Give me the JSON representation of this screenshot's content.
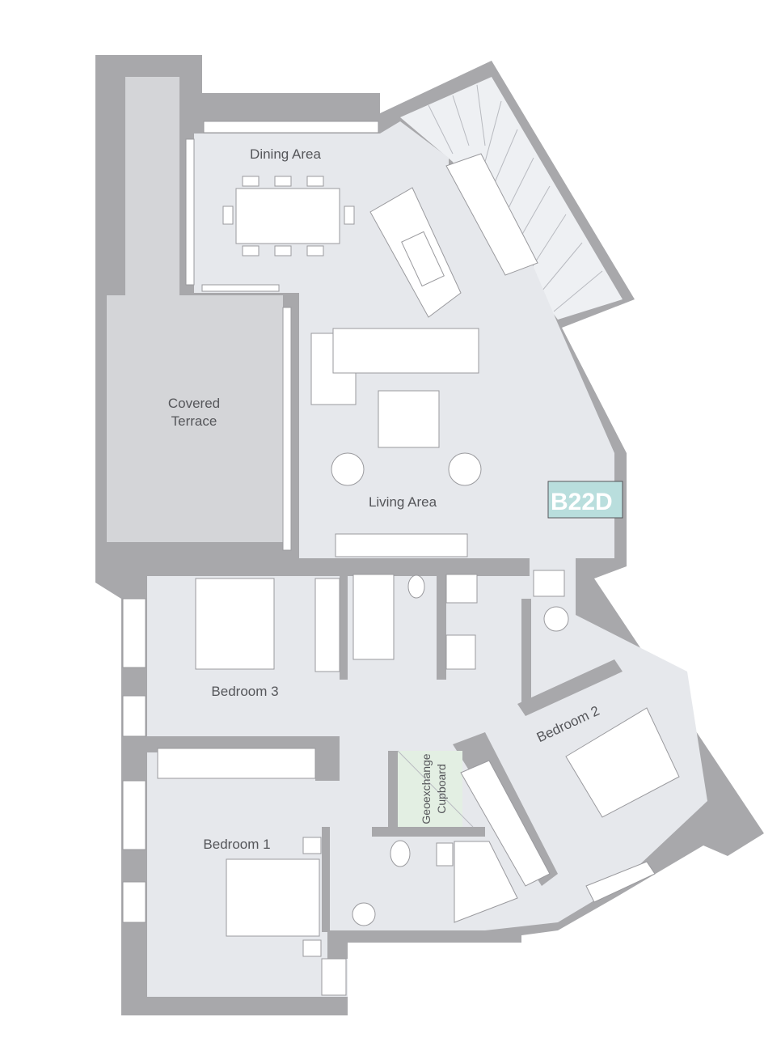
{
  "plan": {
    "unit": "B22D",
    "rooms": {
      "dining": "Dining Area",
      "terrace_1": "Covered",
      "terrace_2": "Terrace",
      "living": "Living Area",
      "bedroom3": "Bedroom 3",
      "bedroom2": "Bedroom 2",
      "bedroom1": "Bedroom 1",
      "cupboard_1": "Geoexchange",
      "cupboard_2": "Cupboard"
    },
    "colors": {
      "wall": "#a8a8ab",
      "floor": "#e6e8ec",
      "terrace": "#d4d5d8",
      "badge": "#b9dedd",
      "cupboard": "#e3efe3"
    }
  }
}
